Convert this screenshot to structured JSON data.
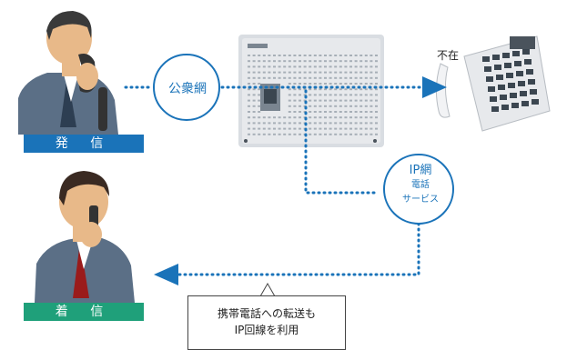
{
  "labels": {
    "sender": "発 信",
    "receiver": "着 信",
    "public_network": "公衆網",
    "absent": "不在",
    "ip_network_title": "IP網",
    "ip_network_sub1": "電話",
    "ip_network_sub2": "サービス",
    "callout_line1": "携帯電話への転送も",
    "callout_line2": "IP回線を利用"
  },
  "colors": {
    "accent_blue": "#1a73b9",
    "accent_green": "#1fa07a",
    "dotted_line": "#1a73b9",
    "device_body": "#e7e9ec"
  },
  "icons": {
    "pbx": "pbx-unit-icon",
    "office_phone": "office-phone-icon",
    "sender": "man-landline-icon",
    "receiver": "man-mobile-icon"
  }
}
